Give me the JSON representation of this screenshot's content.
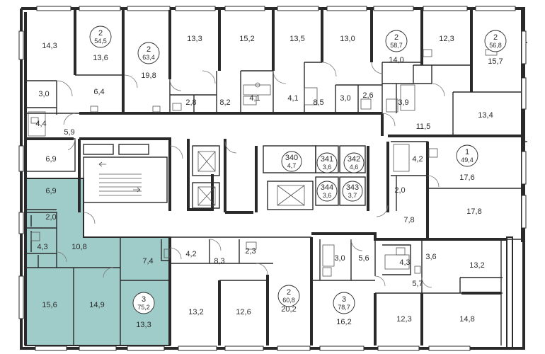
{
  "highlight_color": "#9fcbc9",
  "wall_color": "#2a2a2a",
  "apartments": [
    {
      "id": "a1",
      "rooms": "2",
      "area": "54,5"
    },
    {
      "id": "a2",
      "rooms": "2",
      "area": "63,4"
    },
    {
      "id": "a3",
      "rooms": "2",
      "area": "58,7"
    },
    {
      "id": "a4",
      "rooms": "2",
      "area": "56,8"
    },
    {
      "id": "a5",
      "rooms": "1",
      "area": "49,4"
    },
    {
      "id": "a6",
      "rooms": "3",
      "area": "75,2"
    },
    {
      "id": "a7",
      "rooms": "2",
      "area": "60,8"
    },
    {
      "id": "a8",
      "rooms": "3",
      "area": "78,7"
    }
  ],
  "storage_units": [
    {
      "id": "s340",
      "number": "340",
      "area": "4,7"
    },
    {
      "id": "s341",
      "number": "341",
      "area": "3,6"
    },
    {
      "id": "s342",
      "number": "342",
      "area": "4,6"
    },
    {
      "id": "s344",
      "number": "344",
      "area": "3,6"
    },
    {
      "id": "s343",
      "number": "343",
      "area": "3,7"
    }
  ],
  "room_areas": [
    "14,3",
    "13,6",
    "6,4",
    "3,0",
    "4,4",
    "5,9",
    "6,9",
    "19,8",
    "2,8",
    "8,2",
    "13,3",
    "15,2",
    "4,1",
    "4,1",
    "13,5",
    "13,0",
    "8,5",
    "3,0",
    "2,6",
    "14,0",
    "12,3",
    "3,9",
    "15,7",
    "13,4",
    "11,5",
    "4,2",
    "17,6",
    "2,0",
    "17,8",
    "7,8",
    "6,9",
    "2,0",
    "4,3",
    "10,8",
    "15,6",
    "14,9",
    "7,4",
    "13,3",
    "4,2",
    "8,3",
    "2,3",
    "13,2",
    "12,6",
    "20,2",
    "3,0",
    "5,6",
    "16,2",
    "4,3",
    "3,6",
    "13,2",
    "5,7",
    "12,3",
    "14,8"
  ]
}
